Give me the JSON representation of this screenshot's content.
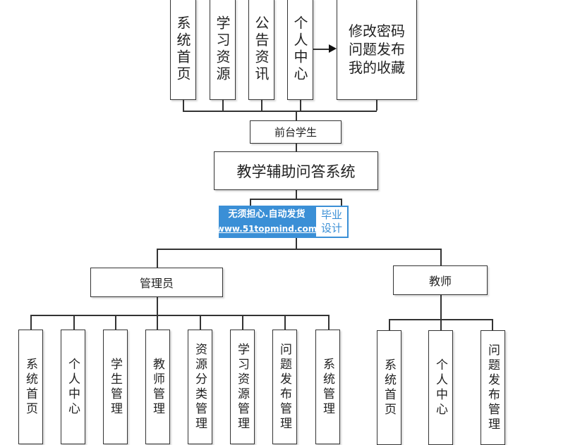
{
  "root": "教学辅助问答系统",
  "student": {
    "label": "前台学生",
    "items": [
      "系统首页",
      "学习资源",
      "公告资讯",
      "个人中心"
    ],
    "sub_items": [
      "修改密码",
      "问题发布",
      "我的收藏"
    ]
  },
  "admin": {
    "label": "管理员",
    "items": [
      "系统首页",
      "个人中心",
      "学生管理",
      "教师管理",
      "资源分类管理",
      "学习资源管理",
      "问题发布管理",
      "系统管理"
    ]
  },
  "teacher": {
    "label": "教师",
    "items": [
      "系统首页",
      "个人中心",
      "问题发布管理"
    ]
  },
  "watermark": {
    "slogan": "无须担心.自动发货",
    "url": "www.51topmind.com",
    "badge_line1": "毕业",
    "badge_line2": "设计"
  }
}
